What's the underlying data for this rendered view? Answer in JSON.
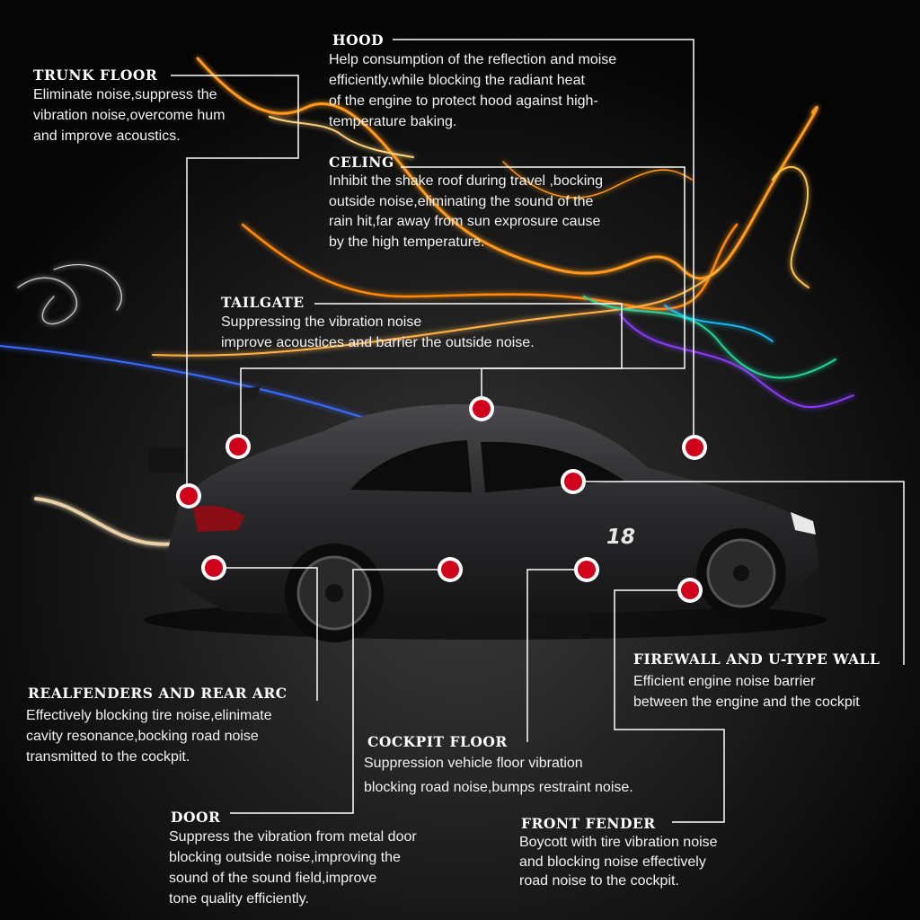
{
  "colors": {
    "background": "#0a0a0a",
    "marker": "#d0021b",
    "marker_ring": "#ffffff",
    "leader_line": "#ffffff",
    "car_body": "#2a2a2c",
    "light_trail_orange": "#ff9a1f",
    "light_trail_blue": "#3a6cff",
    "light_trail_green": "#22d49a",
    "light_trail_purple": "#8a3cff"
  },
  "car": {
    "race_number": "18"
  },
  "callouts": {
    "trunk_floor": {
      "title": "TRUNK FLOOR",
      "description": "Eliminate noise,suppress the\nvibration noise,overcome hum\nand improve acoustics."
    },
    "hood": {
      "title": "HOOD",
      "description": " Help consumption of the reflection and moise\nefficiently.while blocking the radiant heat\nof the engine to protect hood against high-\ntemperature baking."
    },
    "celing": {
      "title": "CELING",
      "description": "Inhibit the shake roof during travel ,bocking\noutside noise,eliminating the sound of the\nrain hit,far away from sun exprosure cause\nby the high temperature."
    },
    "tailgate": {
      "title": "TAILGATE",
      "description": "Suppressing the vibration noise\nimprove acoustices and barrier the outside noise."
    },
    "firewall": {
      "title": "FIREWALL AND U-TYPE WALL",
      "description": "Efficient engine noise barrier\nbetween the engine and the cockpit"
    },
    "realfenders": {
      "title": "REALFENDERS AND REAR ARC",
      "description": "Effectively blocking tire noise,elinimate\ncavity resonance,bocking road noise\ntransmitted to the cockpit."
    },
    "cockpit_floor": {
      "title": "COCKPIT FLOOR",
      "description": "Suppression vehicle floor vibration\nblocking road noise,bumps restraint noise."
    },
    "door": {
      "title": "DOOR",
      "description": "Suppress the vibration from metal door\nblocking outside noise,improving the\nsound of the sound field,improve\ntone quality efficiently."
    },
    "front_fender": {
      "title": "FRONT FENDER",
      "description": "Boycott with tire vibration noise\nand blocking noise effectively\nroad noise to the cockpit."
    }
  }
}
